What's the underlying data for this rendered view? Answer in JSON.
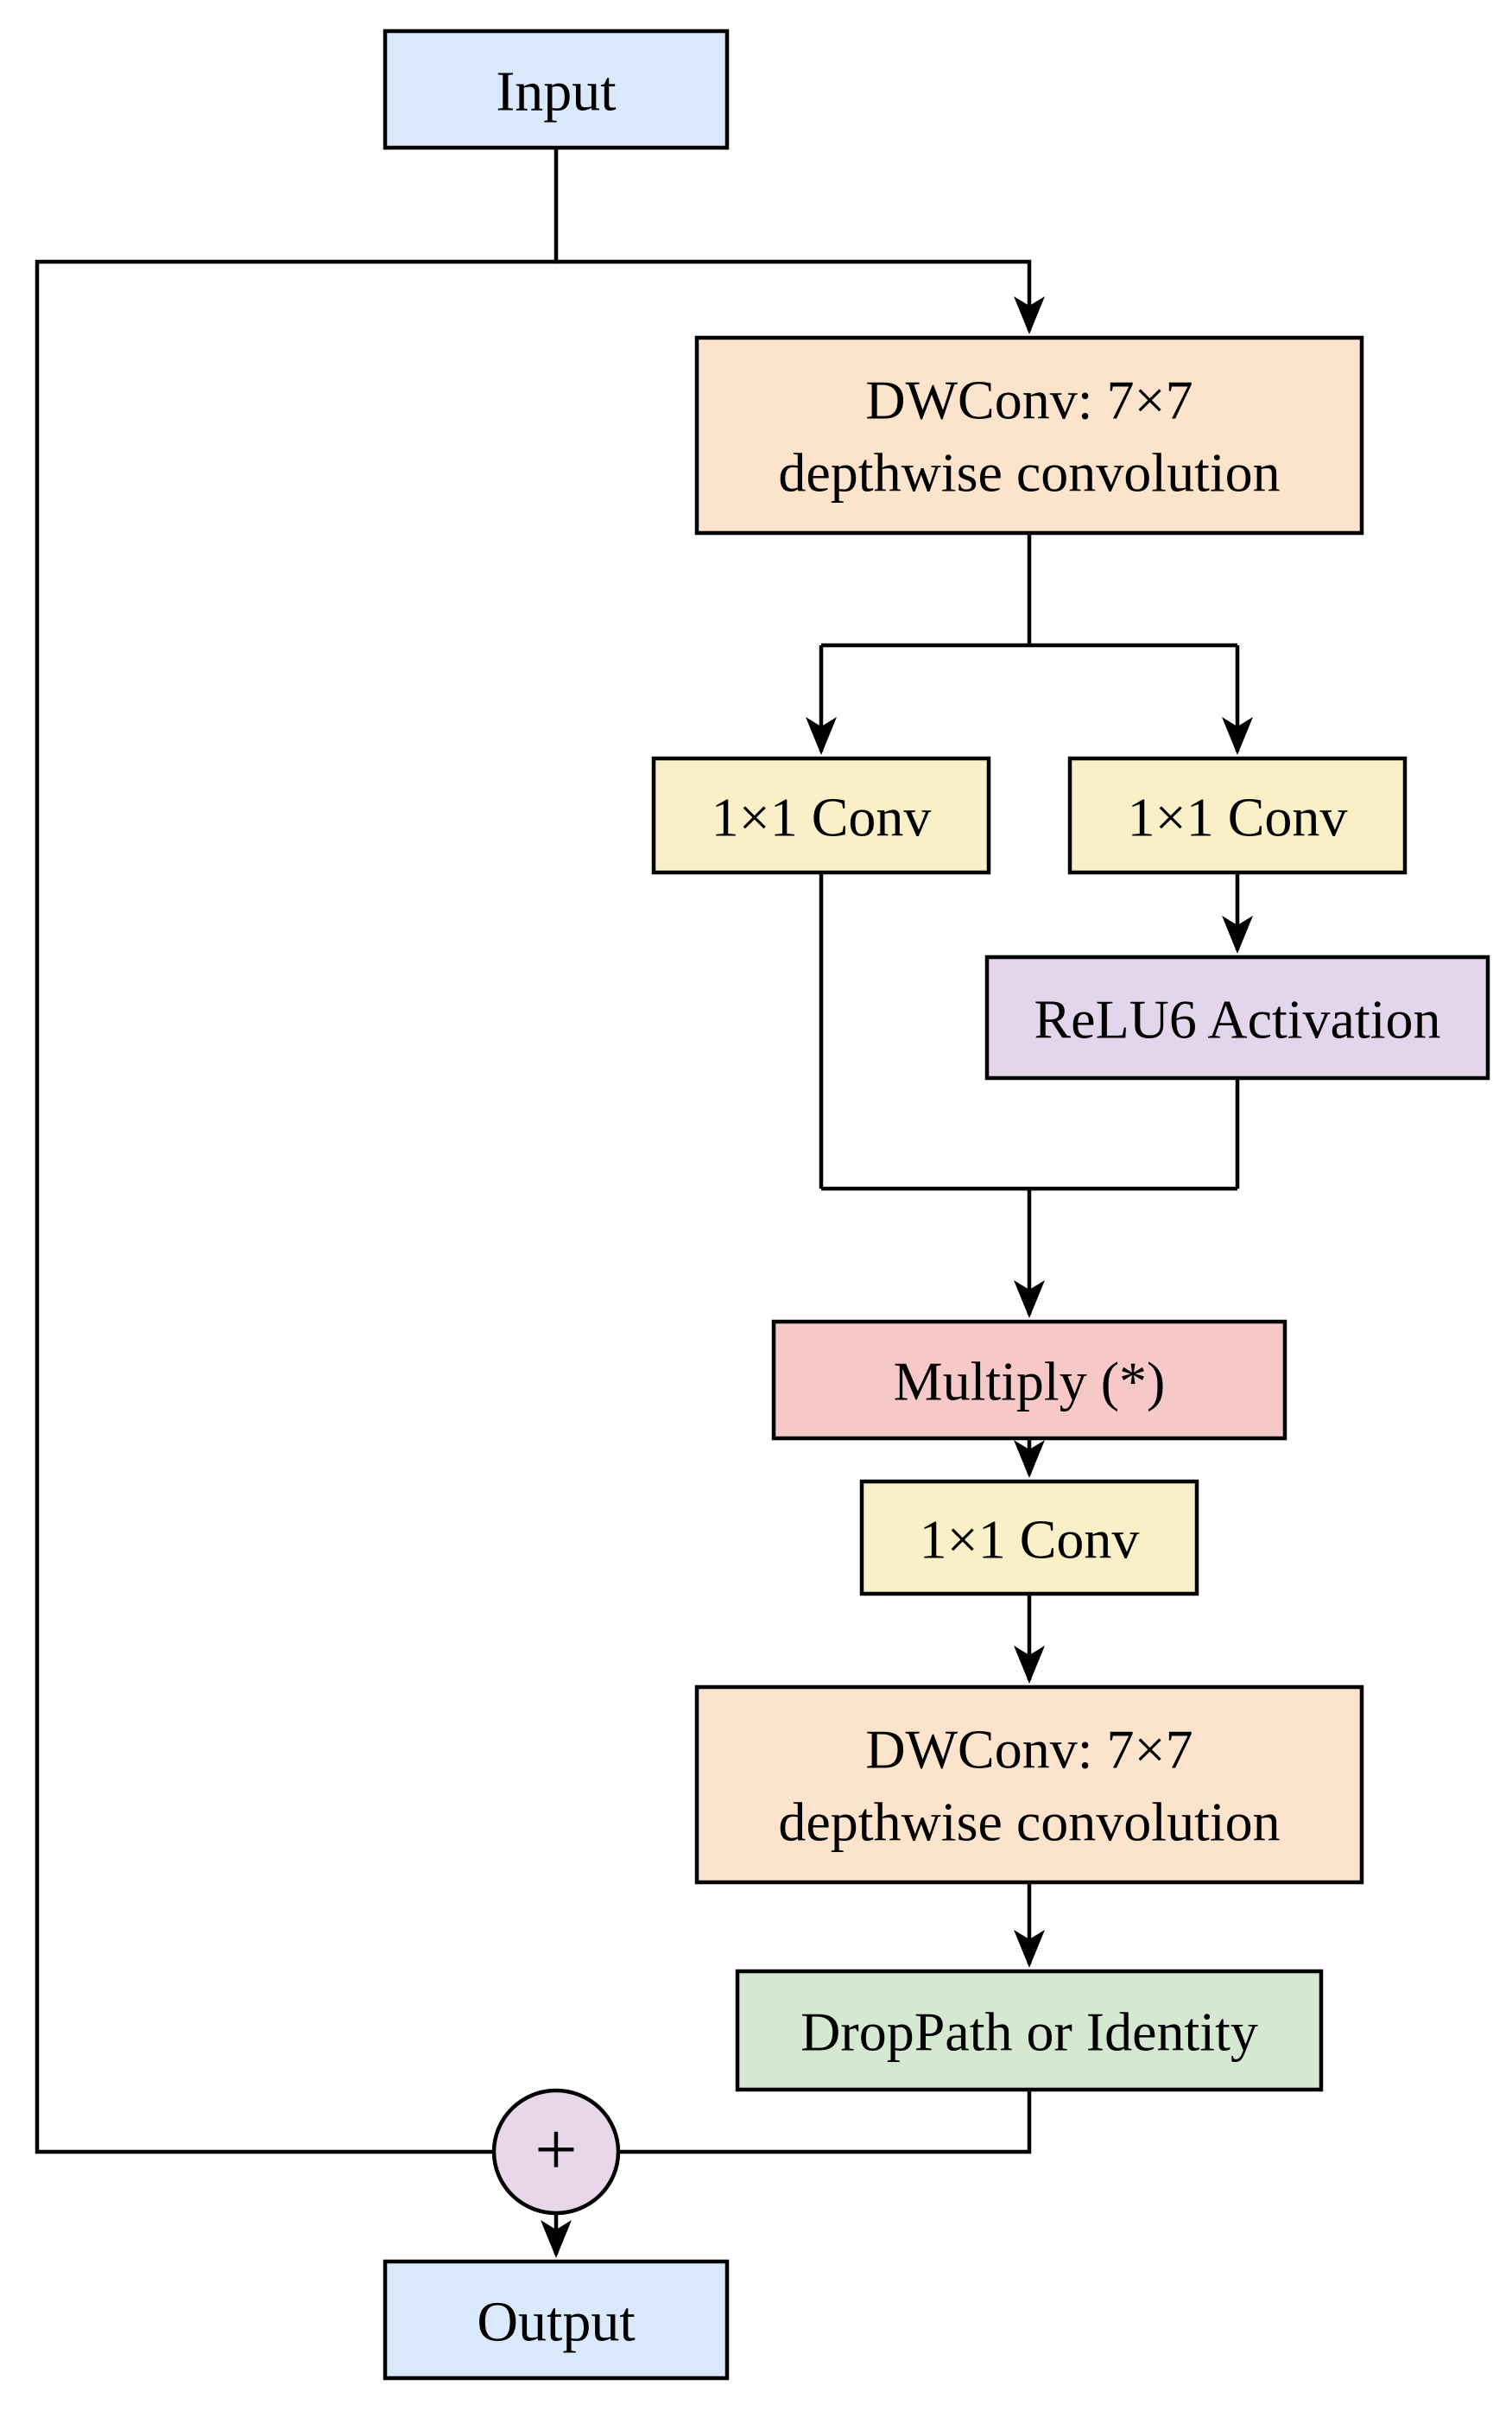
{
  "diagram": {
    "type": "flowchart",
    "description": "Neural network block diagram",
    "background": "#ffffff",
    "line_color": "#000000",
    "nodes": {
      "input": {
        "label": "Input",
        "fill": "#dae8fc"
      },
      "dwconv1": {
        "line1": "DWConv: 7×7",
        "line2": "depthwise convolution",
        "fill": "#fce3cc"
      },
      "conv1x1_left": {
        "label": "1×1 Conv",
        "fill": "#faf0c8"
      },
      "conv1x1_right": {
        "label": "1×1 Conv",
        "fill": "#faf0c8"
      },
      "relu6": {
        "label": "ReLU6 Activation",
        "fill": "#e3d5ec"
      },
      "multiply": {
        "label": "Multiply (*)",
        "fill": "#f6c8c8"
      },
      "conv1x1_mid": {
        "label": "1×1 Conv",
        "fill": "#faf0c8"
      },
      "dwconv2": {
        "line1": "DWConv: 7×7",
        "line2": "depthwise convolution",
        "fill": "#fce3cc"
      },
      "droppath": {
        "label": "DropPath or Identity",
        "fill": "#d6e7d2"
      },
      "add": {
        "label": "+",
        "fill": "#e7d7e9"
      },
      "output": {
        "label": "Output",
        "fill": "#dae8fc"
      }
    },
    "edges": [
      {
        "from": "input",
        "to": "dwconv1"
      },
      {
        "from": "input",
        "to": "add"
      },
      {
        "from": "dwconv1",
        "to": "conv1x1_left"
      },
      {
        "from": "dwconv1",
        "to": "conv1x1_right"
      },
      {
        "from": "conv1x1_right",
        "to": "relu6"
      },
      {
        "from": "conv1x1_left",
        "to": "multiply"
      },
      {
        "from": "relu6",
        "to": "multiply"
      },
      {
        "from": "multiply",
        "to": "conv1x1_mid"
      },
      {
        "from": "conv1x1_mid",
        "to": "dwconv2"
      },
      {
        "from": "dwconv2",
        "to": "droppath"
      },
      {
        "from": "droppath",
        "to": "add"
      },
      {
        "from": "add",
        "to": "output"
      }
    ]
  }
}
